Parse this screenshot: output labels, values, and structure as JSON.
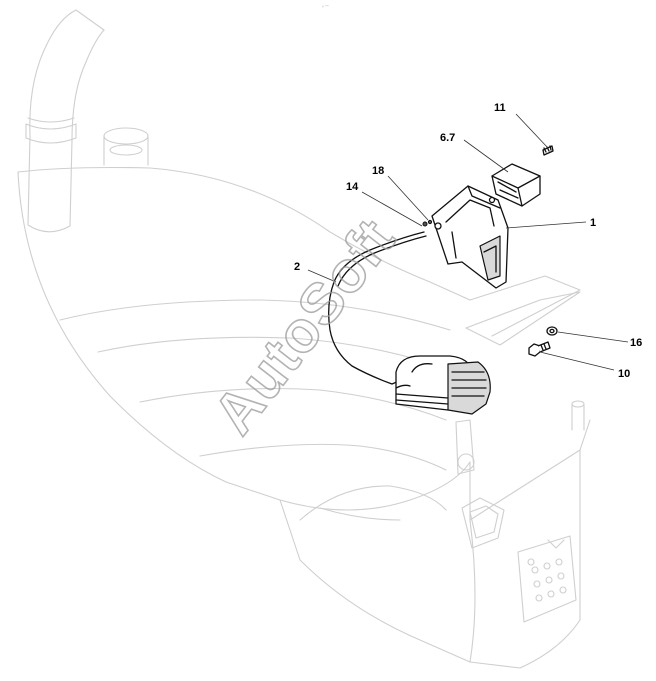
{
  "watermark": "AutoSoft",
  "page_mark": "º ““",
  "callouts": [
    {
      "id": "c11",
      "label": "11"
    },
    {
      "id": "c67",
      "label": "6.7"
    },
    {
      "id": "c18",
      "label": "18"
    },
    {
      "id": "c14",
      "label": "14"
    },
    {
      "id": "c1",
      "label": "1"
    },
    {
      "id": "c2",
      "label": "2"
    },
    {
      "id": "c16",
      "label": "16"
    },
    {
      "id": "c10",
      "label": "10"
    }
  ]
}
